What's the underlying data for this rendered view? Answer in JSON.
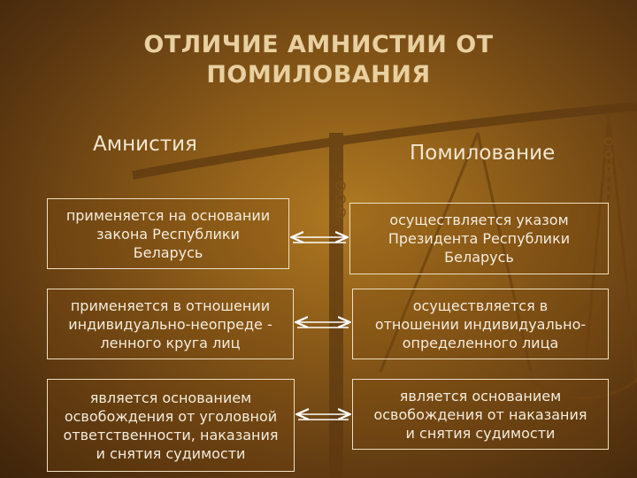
{
  "title": "ОТЛИЧИЕ  АМНИСТИИ ОТ\nПОМИЛОВАНИЯ",
  "columns": {
    "left": "Амнистия",
    "right": "Помилование"
  },
  "rows": [
    {
      "left": "применяется на основании\nзакона Республики\nБеларусь",
      "right": "осуществляется указом\nПрезидента Республики\nБеларусь"
    },
    {
      "left": "применяется в отношении\nиндивидуально-неопреде -\nленного круга лиц",
      "right": "осуществляется  в\nотношении индивидуально-\nопределенного лица"
    },
    {
      "left": "является основанием\nосвобождения от уголовной\nответственности, наказания\nи снятия судимости",
      "right": "является основанием\nосвобождения от   наказания\nи снятия судимости"
    }
  ],
  "colors": {
    "title": "#e8d0a0",
    "text": "#f4ecdc",
    "border": "#f0e0c0"
  },
  "icons": [
    "scales-of-justice-icon",
    "double-arrow-icon"
  ]
}
